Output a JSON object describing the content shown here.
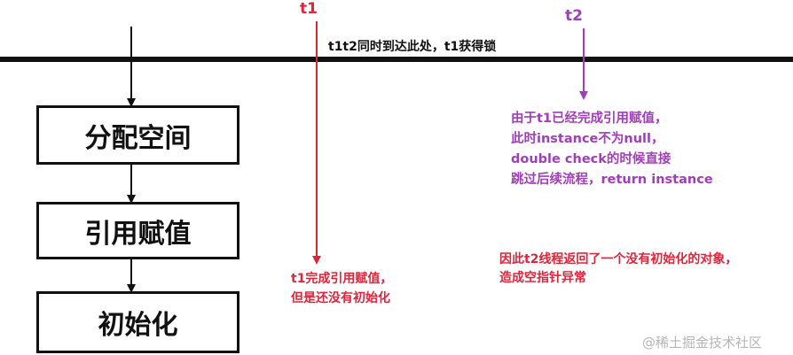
{
  "flow_steps": [
    "分配空间",
    "引用赋值",
    "初始化"
  ],
  "threads": {
    "t1": "t1",
    "t2": "t2"
  },
  "notes": {
    "barrier": "t1t2同时到达此处，t1获得锁",
    "t2_note": [
      "由于t1已经完成引用赋值，",
      "此时instance不为null，",
      "double check的时候直接",
      "跳过后续流程，return instance"
    ],
    "t1_note": [
      "t1完成引用赋值，",
      "但是还没有初始化"
    ],
    "result_note": [
      "因此t2线程返回了一个没有初始化的对象，",
      "造成空指针异常"
    ]
  },
  "watermark": "@稀土掘金技术社区",
  "colors": {
    "line": "#111111",
    "t1": "#e0243a",
    "t2": "#a23dbb"
  }
}
